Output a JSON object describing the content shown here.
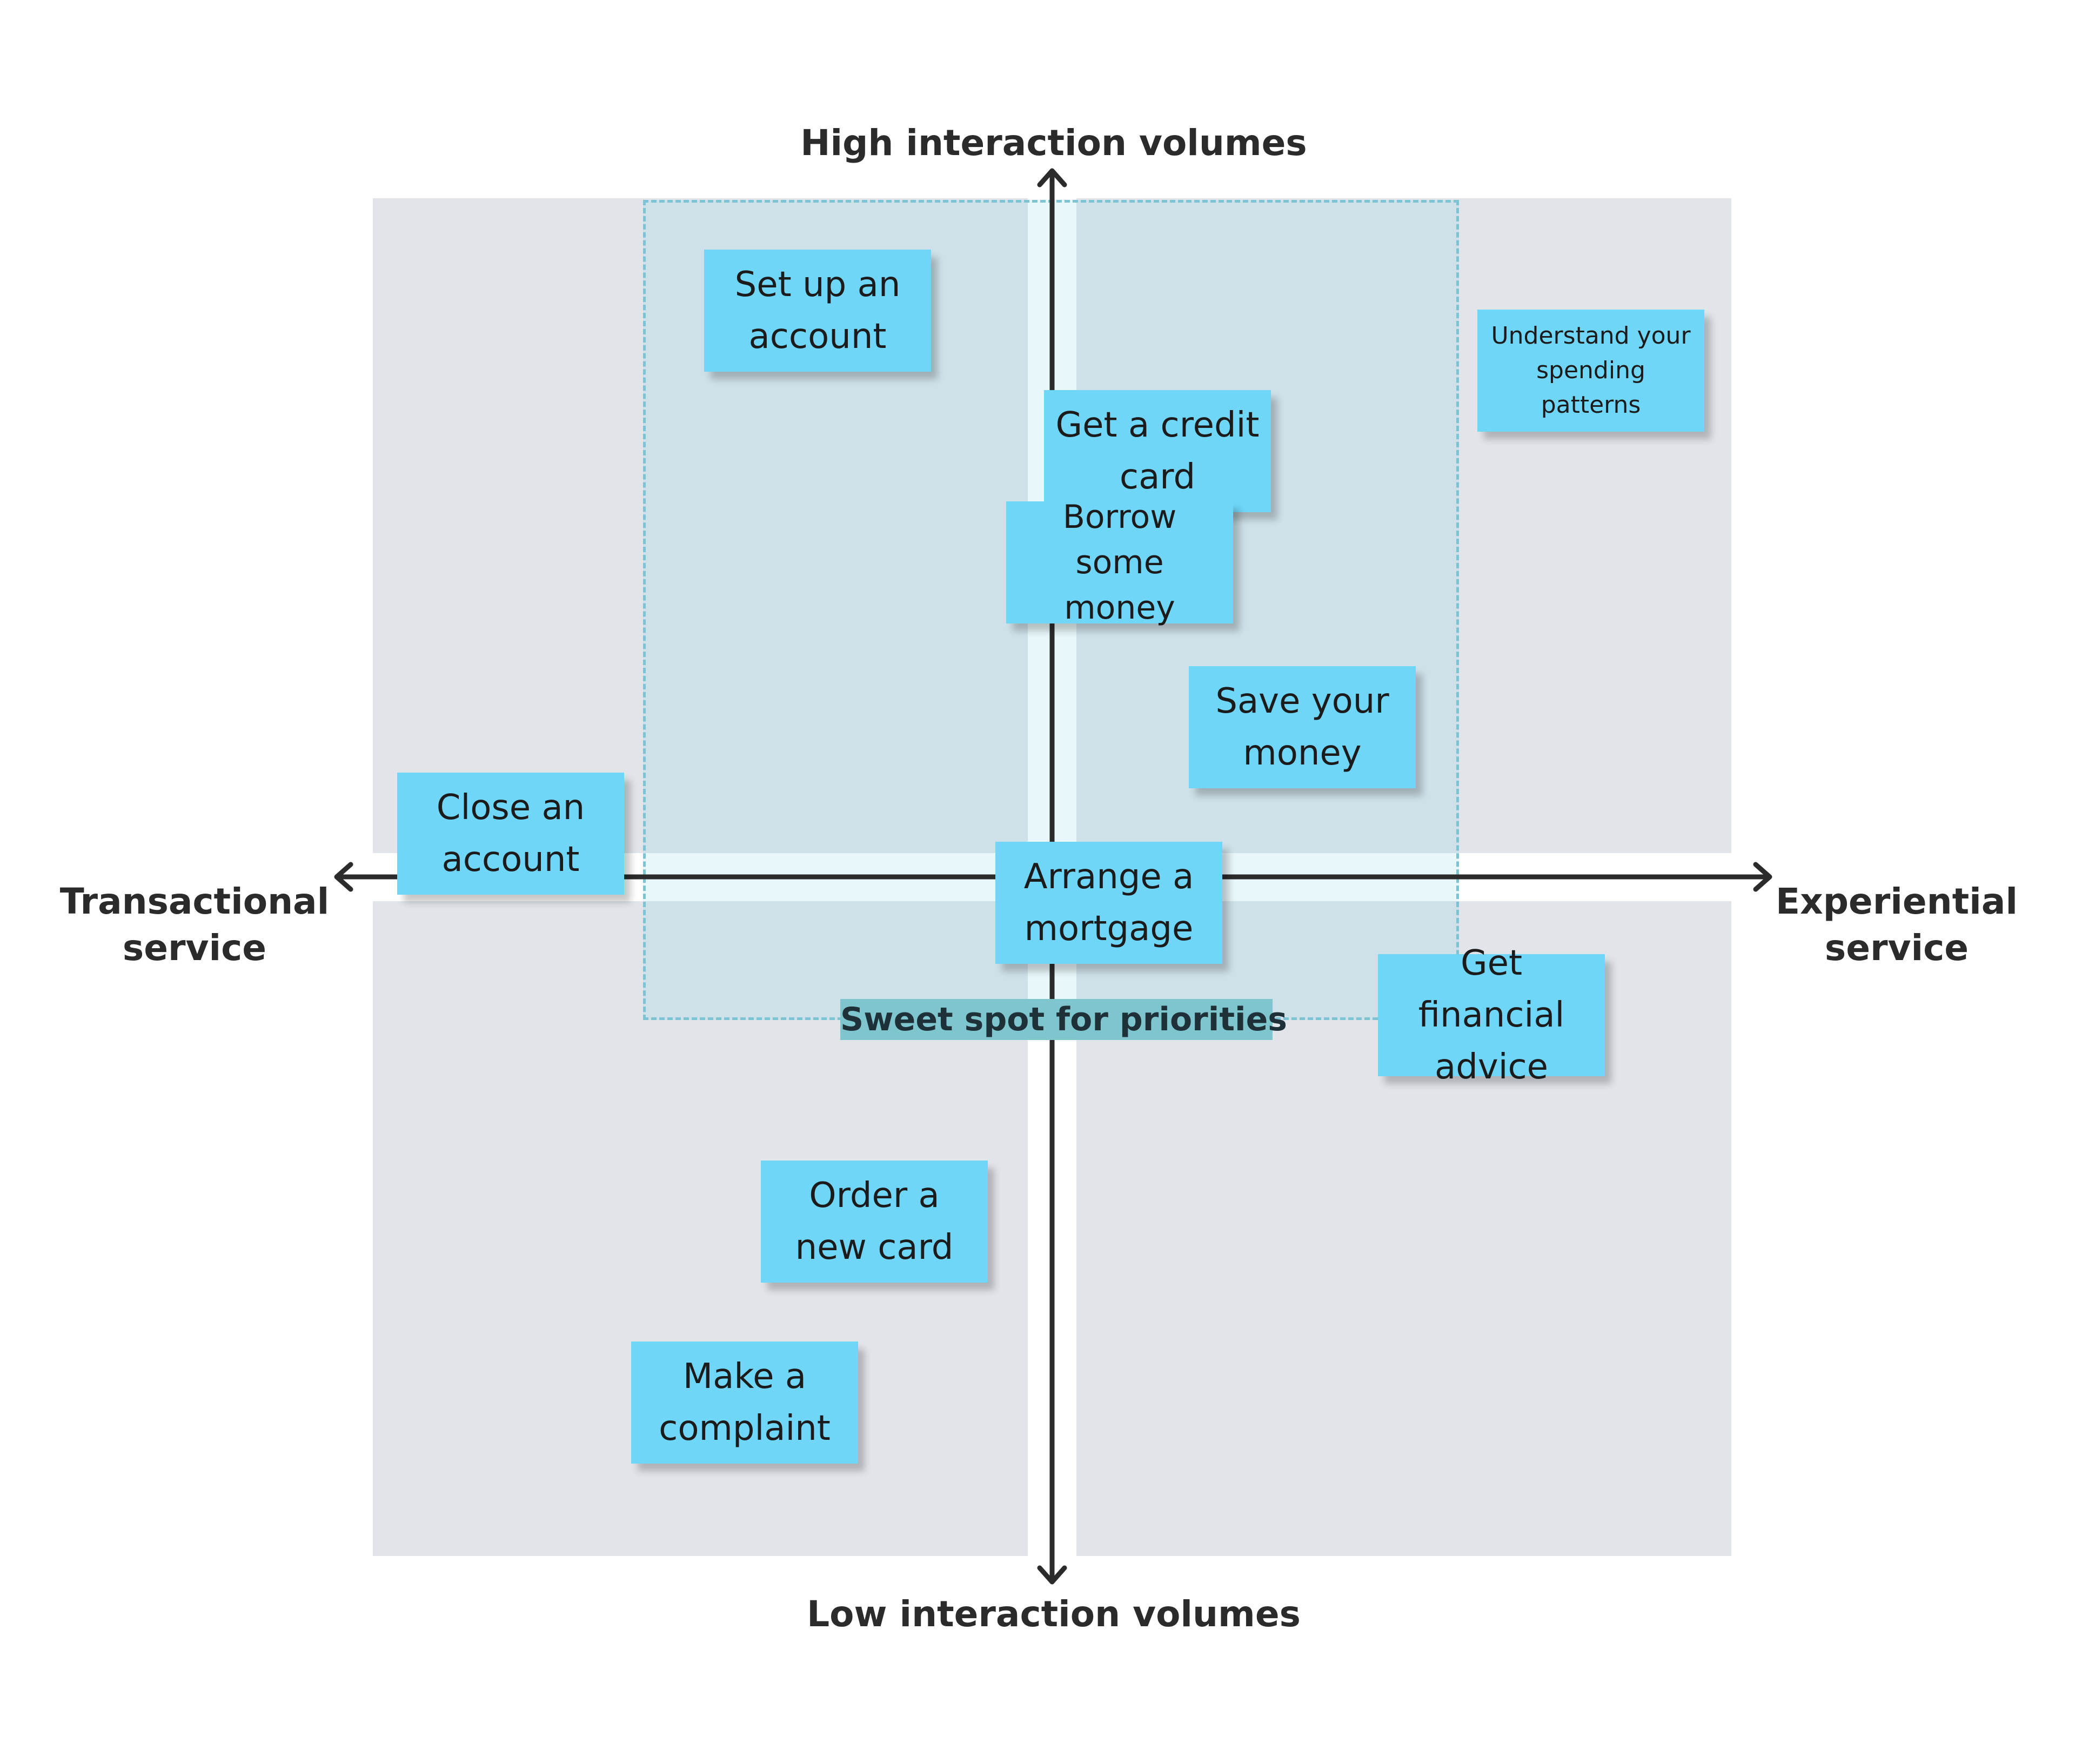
{
  "axes": {
    "top": "High interaction volumes",
    "bottom": "Low interaction volumes",
    "left": "Transactional\nservice",
    "right": "Experiential\nservice"
  },
  "sweet_spot_label": "Sweet spot for priorities",
  "notes": {
    "setup": "Set up an\naccount",
    "credit": "Get a credit\ncard",
    "borrow": "Borrow\nsome money",
    "understand": "Understand your\nspending\npatterns",
    "save": "Save your\nmoney",
    "close": "Close an\naccount",
    "mortgage": "Arrange a\nmortgage",
    "advice": "Get financial\nadvice",
    "order": "Order a\nnew card",
    "complaint": "Make a\ncomplaint"
  },
  "colors": {
    "sticky": "#6fd6f7",
    "quadrant": "#e1e5ea",
    "sweet_spot_label": "#7ec5ce",
    "sweet_spot_border": "#7cc3d3",
    "axis": "#2b2b2b"
  }
}
